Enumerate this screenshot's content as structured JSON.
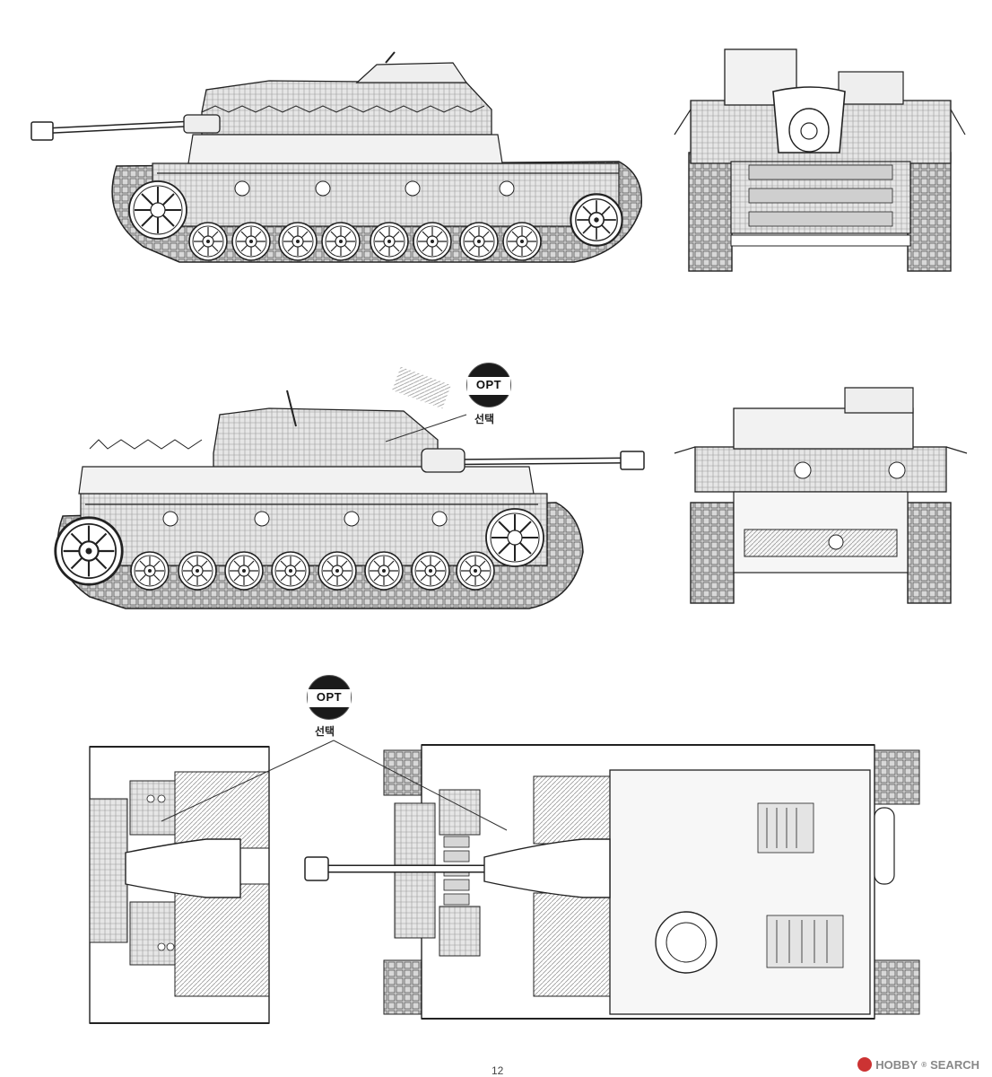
{
  "callouts": [
    {
      "badge": "OPT",
      "label": "선택"
    },
    {
      "badge": "OPT",
      "label": "선택"
    }
  ],
  "page_number": "12",
  "watermark": {
    "brand": "HOBBY",
    "suffix": "SEARCH",
    "registered": "®"
  }
}
